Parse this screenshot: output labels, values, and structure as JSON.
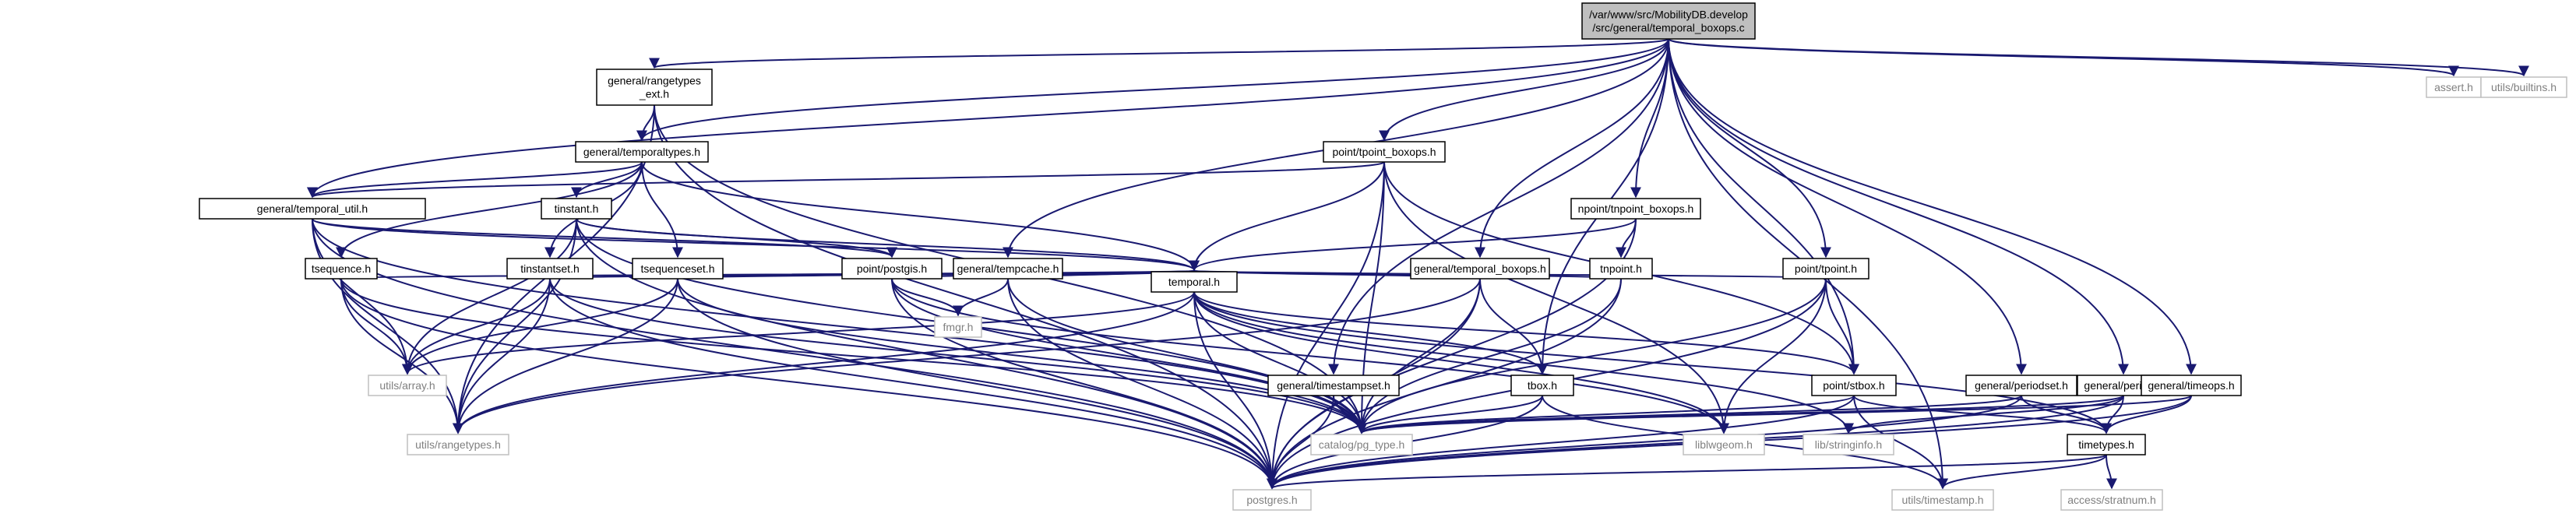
{
  "diagram": {
    "type": "include-dependency-graph",
    "edge_color": "#191970",
    "colors": {
      "root_fill": "#bfbfbf",
      "file_fill": "#ffffff",
      "file_border": "#000000",
      "external_fill": "#ffffff",
      "external_border": "#bfbfbf",
      "external_text": "#808080"
    },
    "nodes": [
      {
        "id": "root",
        "label": "/var/www/src/MobilityDB.develop\n/src/general/temporal_boxops.c",
        "kind": "root"
      },
      {
        "id": "rangetypes_ext",
        "label": "general/rangetypes\n_ext.h",
        "kind": "file"
      },
      {
        "id": "temporaltypes",
        "label": "general/temporaltypes.h",
        "kind": "file"
      },
      {
        "id": "temporal_util",
        "label": "general/temporal_util.h",
        "kind": "file"
      },
      {
        "id": "tinstant",
        "label": "tinstant.h",
        "kind": "file"
      },
      {
        "id": "tsequence",
        "label": "tsequence.h",
        "kind": "file"
      },
      {
        "id": "tinstantset",
        "label": "tinstantset.h",
        "kind": "file"
      },
      {
        "id": "tsequenceset",
        "label": "tsequenceset.h",
        "kind": "file"
      },
      {
        "id": "postgis",
        "label": "point/postgis.h",
        "kind": "file"
      },
      {
        "id": "tempcache",
        "label": "general/tempcache.h",
        "kind": "file"
      },
      {
        "id": "tpoint_boxops",
        "label": "point/tpoint_boxops.h",
        "kind": "file"
      },
      {
        "id": "tnpoint_boxops",
        "label": "npoint/tnpoint_boxops.h",
        "kind": "file"
      },
      {
        "id": "tnpoint",
        "label": "tnpoint.h",
        "kind": "file"
      },
      {
        "id": "temporal_boxops_h",
        "label": "general/temporal_boxops.h",
        "kind": "file"
      },
      {
        "id": "tpoint",
        "label": "point/tpoint.h",
        "kind": "file"
      },
      {
        "id": "temporal",
        "label": "temporal.h",
        "kind": "file"
      },
      {
        "id": "tbox",
        "label": "tbox.h",
        "kind": "file"
      },
      {
        "id": "stbox",
        "label": "point/stbox.h",
        "kind": "file"
      },
      {
        "id": "timestampset",
        "label": "general/timestampset.h",
        "kind": "file"
      },
      {
        "id": "periodset",
        "label": "general/periodset.h",
        "kind": "file"
      },
      {
        "id": "period",
        "label": "general/period.h",
        "kind": "file"
      },
      {
        "id": "timeops",
        "label": "general/timeops.h",
        "kind": "file"
      },
      {
        "id": "timetypes",
        "label": "timetypes.h",
        "kind": "file"
      },
      {
        "id": "assert",
        "label": "assert.h",
        "kind": "external"
      },
      {
        "id": "builtins",
        "label": "utils/builtins.h",
        "kind": "external"
      },
      {
        "id": "fmgr",
        "label": "fmgr.h",
        "kind": "external"
      },
      {
        "id": "array",
        "label": "utils/array.h",
        "kind": "external"
      },
      {
        "id": "rangetypes",
        "label": "utils/rangetypes.h",
        "kind": "external"
      },
      {
        "id": "pg_type",
        "label": "catalog/pg_type.h",
        "kind": "external"
      },
      {
        "id": "liblwgeom",
        "label": "liblwgeom.h",
        "kind": "external"
      },
      {
        "id": "stringinfo",
        "label": "lib/stringinfo.h",
        "kind": "external"
      },
      {
        "id": "postgres",
        "label": "postgres.h",
        "kind": "external"
      },
      {
        "id": "timestamp",
        "label": "utils/timestamp.h",
        "kind": "external"
      },
      {
        "id": "stratnum",
        "label": "access/stratnum.h",
        "kind": "external"
      }
    ],
    "edges": [
      [
        "root",
        "rangetypes_ext"
      ],
      [
        "root",
        "temporaltypes"
      ],
      [
        "root",
        "temporal_util"
      ],
      [
        "root",
        "tempcache"
      ],
      [
        "root",
        "tpoint_boxops"
      ],
      [
        "root",
        "tnpoint_boxops"
      ],
      [
        "root",
        "temporal_boxops_h"
      ],
      [
        "root",
        "tpoint"
      ],
      [
        "root",
        "timestampset"
      ],
      [
        "root",
        "tbox"
      ],
      [
        "root",
        "stbox"
      ],
      [
        "root",
        "periodset"
      ],
      [
        "root",
        "period"
      ],
      [
        "root",
        "timeops"
      ],
      [
        "root",
        "assert"
      ],
      [
        "root",
        "builtins"
      ],
      [
        "root",
        "timestamp"
      ],
      [
        "rangetypes_ext",
        "temporaltypes"
      ],
      [
        "rangetypes_ext",
        "postgres"
      ],
      [
        "rangetypes_ext",
        "rangetypes"
      ],
      [
        "rangetypes_ext",
        "pg_type"
      ],
      [
        "temporaltypes",
        "temporal_util"
      ],
      [
        "temporaltypes",
        "tinstant"
      ],
      [
        "temporaltypes",
        "tsequence"
      ],
      [
        "temporaltypes",
        "tinstantset"
      ],
      [
        "temporaltypes",
        "tsequenceset"
      ],
      [
        "temporaltypes",
        "temporal"
      ],
      [
        "temporal_util",
        "postgis"
      ],
      [
        "temporal_util",
        "temporal"
      ],
      [
        "temporal_util",
        "array"
      ],
      [
        "temporal_util",
        "rangetypes"
      ],
      [
        "temporal_util",
        "pg_type"
      ],
      [
        "temporal_util",
        "postgres"
      ],
      [
        "tinstant",
        "temporal"
      ],
      [
        "tinstant",
        "postgis"
      ],
      [
        "tinstant",
        "array"
      ],
      [
        "tinstant",
        "rangetypes"
      ],
      [
        "tinstant",
        "pg_type"
      ],
      [
        "tinstant",
        "postgres"
      ],
      [
        "tsequence",
        "temporal"
      ],
      [
        "tsequence",
        "array"
      ],
      [
        "tsequence",
        "rangetypes"
      ],
      [
        "tsequence",
        "pg_type"
      ],
      [
        "tsequence",
        "postgres"
      ],
      [
        "tinstantset",
        "temporal"
      ],
      [
        "tinstantset",
        "array"
      ],
      [
        "tinstantset",
        "rangetypes"
      ],
      [
        "tinstantset",
        "pg_type"
      ],
      [
        "tinstantset",
        "postgres"
      ],
      [
        "tsequenceset",
        "temporal"
      ],
      [
        "tsequenceset",
        "array"
      ],
      [
        "tsequenceset",
        "rangetypes"
      ],
      [
        "tsequenceset",
        "pg_type"
      ],
      [
        "tsequenceset",
        "postgres"
      ],
      [
        "postgis",
        "temporal"
      ],
      [
        "postgis",
        "fmgr"
      ],
      [
        "postgis",
        "liblwgeom"
      ],
      [
        "postgis",
        "pg_type"
      ],
      [
        "postgis",
        "postgres"
      ],
      [
        "tempcache",
        "temporal"
      ],
      [
        "tempcache",
        "fmgr"
      ],
      [
        "tempcache",
        "pg_type"
      ],
      [
        "tempcache",
        "postgres"
      ],
      [
        "tpoint_boxops",
        "temporal_util"
      ],
      [
        "tpoint_boxops",
        "temporal"
      ],
      [
        "tpoint_boxops",
        "stbox"
      ],
      [
        "tpoint_boxops",
        "liblwgeom"
      ],
      [
        "tpoint_boxops",
        "pg_type"
      ],
      [
        "tpoint_boxops",
        "postgres"
      ],
      [
        "tnpoint_boxops",
        "tnpoint"
      ],
      [
        "tnpoint_boxops",
        "temporal"
      ],
      [
        "tnpoint_boxops",
        "postgres"
      ],
      [
        "tnpoint",
        "temporal"
      ],
      [
        "tnpoint",
        "pg_type"
      ],
      [
        "tnpoint",
        "postgres"
      ],
      [
        "temporal_boxops_h",
        "temporal"
      ],
      [
        "temporal_boxops_h",
        "tbox"
      ],
      [
        "temporal_boxops_h",
        "rangetypes"
      ],
      [
        "temporal_boxops_h",
        "pg_type"
      ],
      [
        "temporal_boxops_h",
        "postgres"
      ],
      [
        "tpoint",
        "temporal"
      ],
      [
        "tpoint",
        "stbox"
      ],
      [
        "tpoint",
        "liblwgeom"
      ],
      [
        "tpoint",
        "pg_type"
      ],
      [
        "tpoint",
        "postgres"
      ],
      [
        "temporal",
        "array"
      ],
      [
        "temporal",
        "rangetypes"
      ],
      [
        "temporal",
        "pg_type"
      ],
      [
        "temporal",
        "postgres"
      ],
      [
        "temporal",
        "timetypes"
      ],
      [
        "temporal",
        "tbox"
      ],
      [
        "temporal",
        "stbox"
      ],
      [
        "temporal",
        "liblwgeom"
      ],
      [
        "temporal",
        "stringinfo"
      ],
      [
        "tbox",
        "pg_type"
      ],
      [
        "tbox",
        "postgres"
      ],
      [
        "tbox",
        "timestamp"
      ],
      [
        "stbox",
        "pg_type"
      ],
      [
        "stbox",
        "timetypes"
      ],
      [
        "stbox",
        "postgres"
      ],
      [
        "stbox",
        "timestamp"
      ],
      [
        "timestampset",
        "pg_type"
      ],
      [
        "timestampset",
        "postgres"
      ],
      [
        "periodset",
        "timetypes"
      ],
      [
        "periodset",
        "pg_type"
      ],
      [
        "periodset",
        "postgres"
      ],
      [
        "period",
        "timetypes"
      ],
      [
        "period",
        "pg_type"
      ],
      [
        "period",
        "stringinfo"
      ],
      [
        "period",
        "postgres"
      ],
      [
        "timeops",
        "timetypes"
      ],
      [
        "timeops",
        "pg_type"
      ],
      [
        "timeops",
        "postgres"
      ],
      [
        "timetypes",
        "postgres"
      ],
      [
        "timetypes",
        "timestamp"
      ],
      [
        "timetypes",
        "stratnum"
      ]
    ]
  }
}
